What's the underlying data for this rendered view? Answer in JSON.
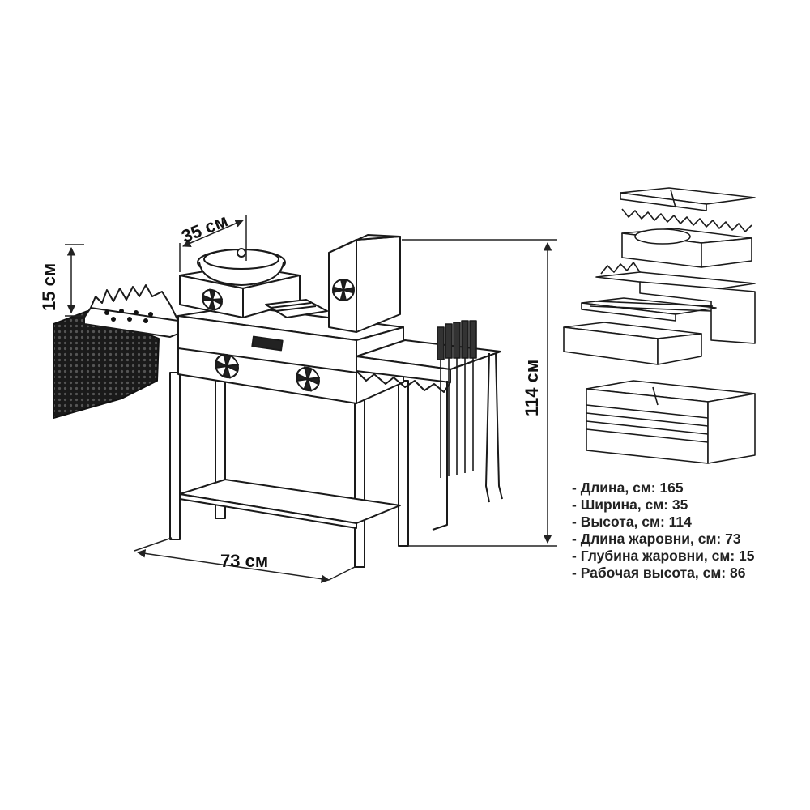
{
  "dimensions": {
    "height_left": "15 см",
    "width_top": "35 см",
    "length_bottom": "73 см",
    "height_right": "114 см"
  },
  "specs": [
    "Длина, см: 165",
    "Ширина, см: 35",
    "Высота, см: 114",
    "Длина жаровни, см: 73",
    "Глубина жаровни, см: 15",
    "Рабочая высота, см: 86"
  ]
}
